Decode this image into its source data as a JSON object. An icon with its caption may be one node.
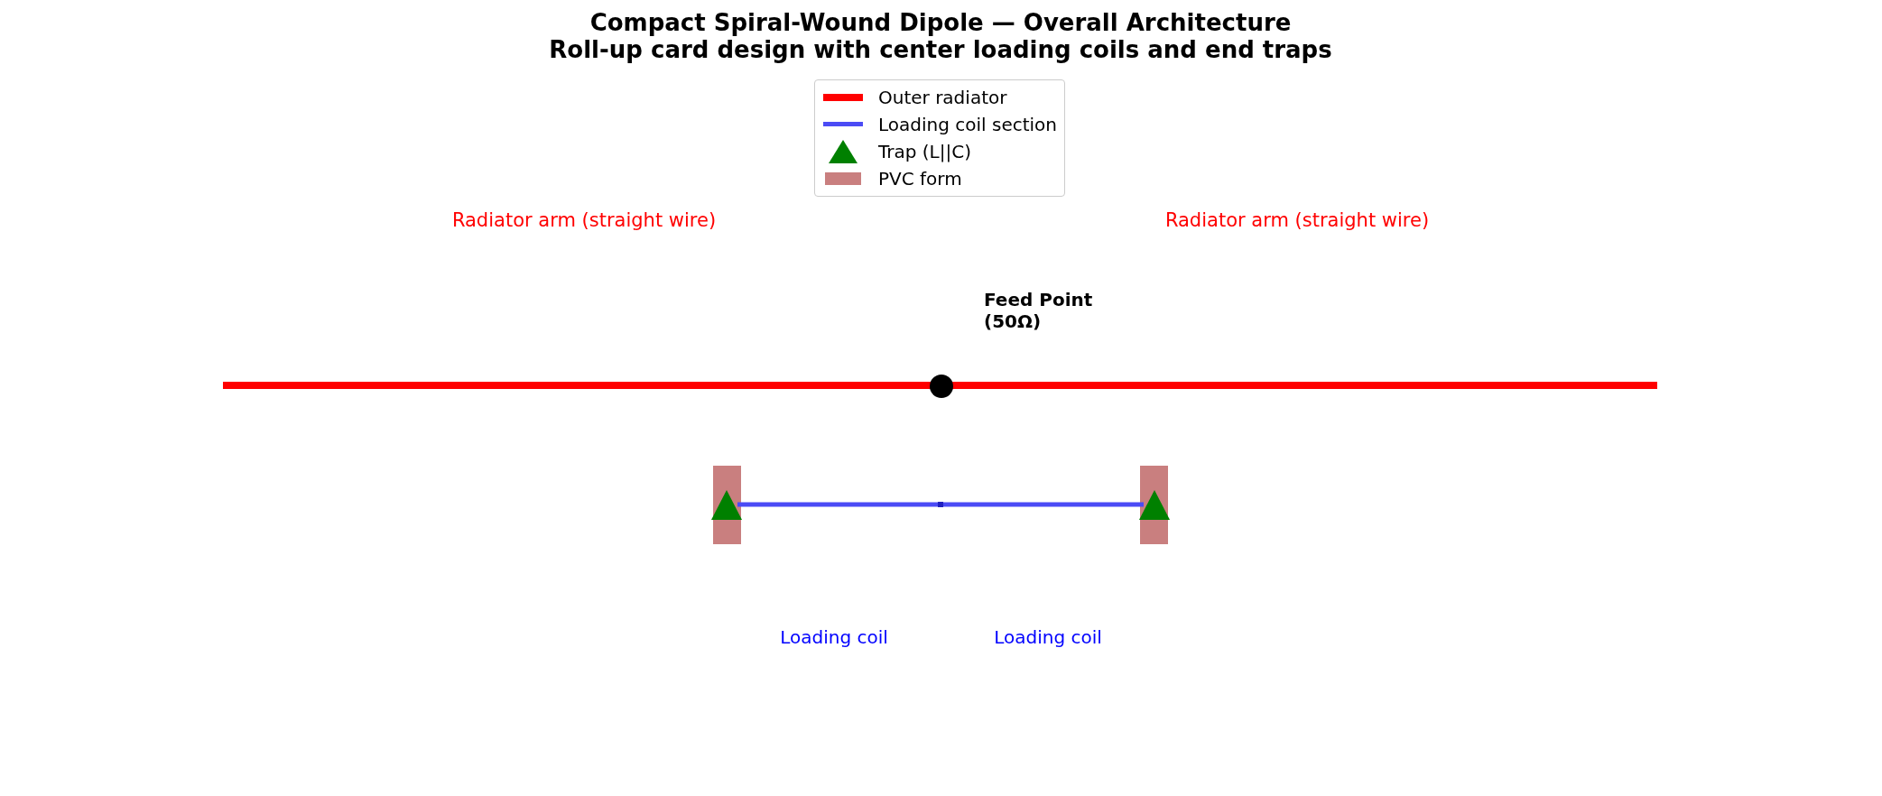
{
  "diagram": {
    "title": "Compact Spiral-Wound Dipole — Overall Architecture",
    "nodes": [
      {
        "text": [],
        "shape": "triangle"
      },
      {
        "text": [],
        "shape": "triangle"
      }
    ],
    "edges": [
      {
        "from": 0,
        "to": 1,
        "arrow": "none",
        "color": "#4b4bf5"
      }
    ],
    "labels": [
      "Roll-up card design with center loading coils and end traps",
      "Radiator arm (straight wire)",
      "Radiator arm (straight wire)",
      "Feed Point (50Ω)",
      "Loading coil",
      "Loading coil"
    ],
    "legend": [
      {
        "text": "Outer radiator",
        "color": "#ff0000"
      },
      {
        "text": "Loading coil section",
        "color": "#4b4bf5"
      },
      {
        "text": "Trap (L||C)",
        "color": "#008000"
      },
      {
        "text": "PVC form",
        "color": "#c97f7f"
      }
    ]
  }
}
